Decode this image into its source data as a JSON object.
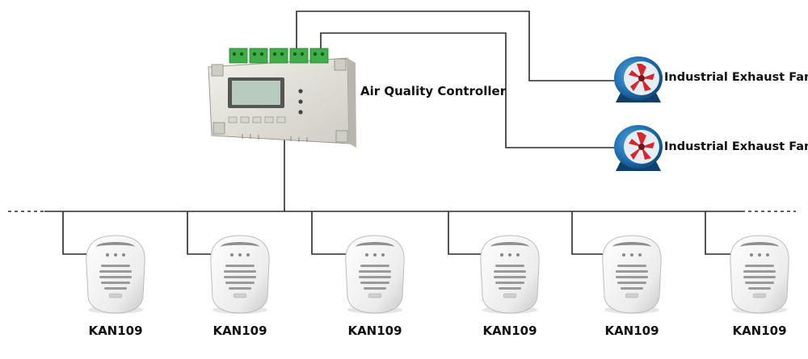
{
  "controller": {
    "label": "Air Quality Controller"
  },
  "fans": [
    {
      "label": "Industrial Exhaust Fan"
    },
    {
      "label": "Industrial Exhaust Fan"
    }
  ],
  "sensors": [
    {
      "label": "KAN109"
    },
    {
      "label": "KAN109"
    },
    {
      "label": "KAN109"
    },
    {
      "label": "KAN109"
    },
    {
      "label": "KAN109"
    },
    {
      "label": "KAN109"
    }
  ],
  "colors": {
    "wire": "#2a2a2a",
    "controller_body": "#e3e1d8",
    "terminal_green": "#3fae48",
    "lcd_screen": "#b9cbbf",
    "fan_housing": "#1f6fb0",
    "fan_blade": "#d8262b",
    "sensor_body": "#f1f1f1"
  }
}
